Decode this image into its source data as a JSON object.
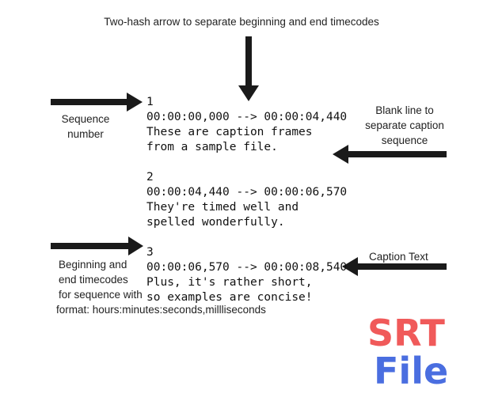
{
  "labels": {
    "top": "Two-hash arrow to separate beginning and end timecodes",
    "sequence_number": [
      "Sequence",
      "number"
    ],
    "blank_line": [
      "Blank line to",
      "separate caption",
      "sequence"
    ],
    "timecodes": [
      "Beginning and",
      "end timecodes",
      "for sequence with",
      "format: hours:minutes:seconds,millliseconds"
    ],
    "caption_text": "Caption Text"
  },
  "srt_blocks": [
    {
      "seq": "1",
      "time": "00:00:00,000 --> 00:00:04,440",
      "lines": [
        "These are caption frames",
        "from a sample file."
      ]
    },
    {
      "seq": "2",
      "time": "00:00:04,440 --> 00:00:06,570",
      "lines": [
        "They're timed well and",
        "spelled wonderfully."
      ]
    },
    {
      "seq": "3",
      "time": "00:00:06,570 --> 00:00:08,540",
      "lines": [
        "Plus, it's rather short,",
        "so examples are concise!"
      ]
    }
  ],
  "brand": {
    "line1": "SRT",
    "line2": "File",
    "color1": "#f05a5a",
    "color2": "#4a6ee0"
  }
}
